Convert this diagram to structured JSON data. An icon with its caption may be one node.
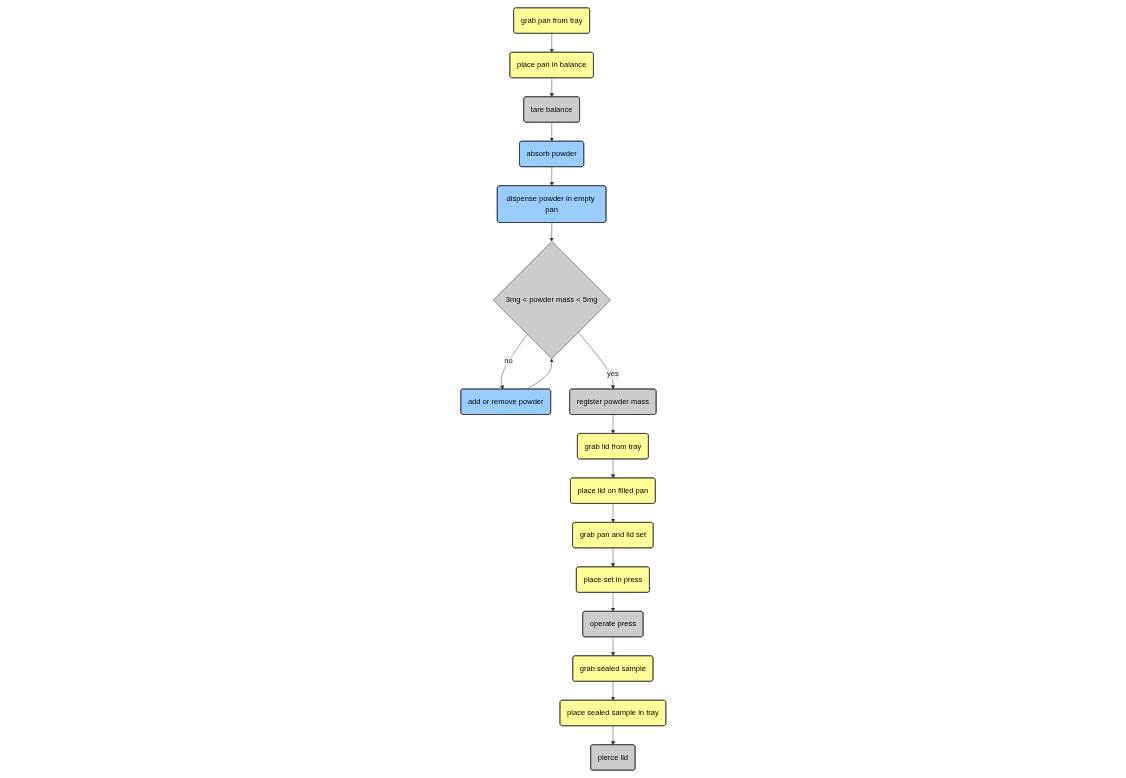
{
  "diagram": {
    "nodes": [
      {
        "text": [
          "grab pan from tray"
        ]
      },
      {
        "text": [
          "place pan in balance"
        ]
      },
      {
        "text": [
          "tare balance"
        ]
      },
      {
        "text": [
          "absorb powder"
        ]
      },
      {
        "text": [
          "dispense powder in empty pan"
        ]
      },
      {
        "text": [
          "3mg < powder mass < 5mg"
        ]
      },
      {
        "text": [
          "add or remove powder"
        ]
      },
      {
        "text": [
          "register powder mass"
        ]
      },
      {
        "text": [
          "grab lid from tray"
        ]
      },
      {
        "text": [
          "place lid on filled pan"
        ]
      },
      {
        "text": [
          "grab pan and lid set"
        ]
      },
      {
        "text": [
          "place set in press"
        ]
      },
      {
        "text": [
          "operate press"
        ]
      },
      {
        "text": [
          "grab sealed sample"
        ]
      },
      {
        "text": [
          "place sealed sample in tray"
        ]
      },
      {
        "text": [
          "pierce lid"
        ]
      }
    ],
    "edges": [
      {
        "from": 0,
        "to": 1,
        "arrow": "to"
      },
      {
        "from": 1,
        "to": 2,
        "arrow": "to"
      },
      {
        "from": 2,
        "to": 3,
        "arrow": "to"
      },
      {
        "from": 3,
        "to": 4,
        "arrow": "to"
      },
      {
        "from": 4,
        "to": 5,
        "arrow": "to"
      },
      {
        "from": 5,
        "to": 6,
        "arrow": "to",
        "label": "no"
      },
      {
        "from": 6,
        "to": 5,
        "arrow": "to"
      },
      {
        "from": 5,
        "to": 7,
        "arrow": "to",
        "label": "yes"
      },
      {
        "from": 7,
        "to": 8,
        "arrow": "to"
      },
      {
        "from": 8,
        "to": 9,
        "arrow": "to"
      },
      {
        "from": 9,
        "to": 10,
        "arrow": "to"
      },
      {
        "from": 10,
        "to": 11,
        "arrow": "to"
      },
      {
        "from": 11,
        "to": 12,
        "arrow": "to"
      },
      {
        "from": 12,
        "to": 13,
        "arrow": "to"
      },
      {
        "from": 13,
        "to": 14,
        "arrow": "to"
      },
      {
        "from": 14,
        "to": 15,
        "arrow": "to"
      }
    ]
  }
}
